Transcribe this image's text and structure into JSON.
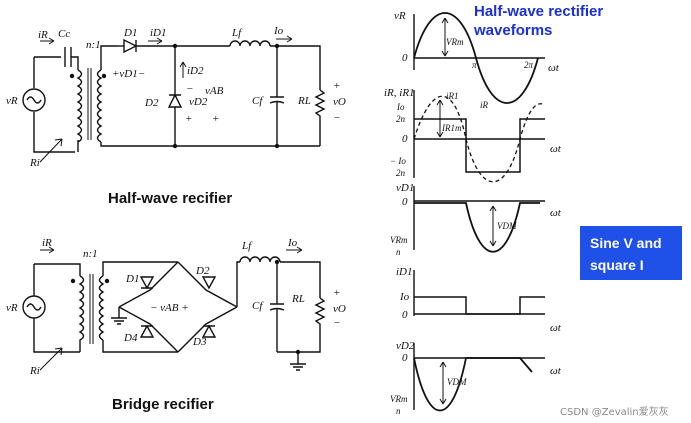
{
  "waveforms_title": {
    "line1": "Half-wave rectifier",
    "line2": "waveforms"
  },
  "badge": {
    "line1": "Sine V and",
    "line2": "square I"
  },
  "watermark": "CSDN @Zevalin爱灰灰",
  "half_wave": {
    "caption": "Half-wave recifier",
    "labels": {
      "iR": "iR",
      "Cc": "Cc",
      "n1": "n:1",
      "D1": "D1",
      "iD1": "iD1",
      "Lf": "Lf",
      "Io": "Io",
      "vD1": "+vD1−",
      "iD2": "iD2",
      "D2": "D2",
      "vD2": "vD2",
      "vAB": "vAB",
      "minus": "−",
      "plus": "+",
      "Cf": "Cf",
      "RL": "RL",
      "vR": "vR",
      "Ri": "Ri",
      "vO": "vO"
    }
  },
  "bridge": {
    "caption": "Bridge recifier",
    "labels": {
      "iR": "iR",
      "n1": "n:1",
      "D1": "D1",
      "D2": "D2",
      "D3": "D3",
      "D4": "D4",
      "vAB": "− vAB +",
      "Lf": "Lf",
      "Io": "Io",
      "Cf": "Cf",
      "RL": "RL",
      "vR": "vR",
      "Ri": "Ri",
      "vO": "vO",
      "plus": "+",
      "minus": "−"
    }
  },
  "plots": {
    "vR": {
      "ylabel": "vR",
      "zero": "0",
      "peak": "VRm",
      "pi": "π",
      "two_pi": "2π",
      "wt": "ωt"
    },
    "iR": {
      "ylabel": "iR, iR1",
      "pos": "Io",
      "pos_den": "2n",
      "neg": "− Io",
      "neg_den": "2n",
      "zero": "0",
      "iR1": "iR1",
      "iRl": "iR",
      "peak": "IR1m",
      "wt": "ωt"
    },
    "vD1": {
      "ylabel": "vD1",
      "zero": "0",
      "vdm": "VDM",
      "vrm": "VRm",
      "vrm_den": "n",
      "wt": "ωt"
    },
    "iD1": {
      "ylabel": "iD1",
      "io": "Io",
      "zero": "0",
      "wt": "ωt"
    },
    "vD2": {
      "ylabel": "vD2",
      "zero": "0",
      "vdm": "VDM",
      "vrm": "VRm",
      "vrm_den": "n",
      "wt": "ωt"
    }
  }
}
